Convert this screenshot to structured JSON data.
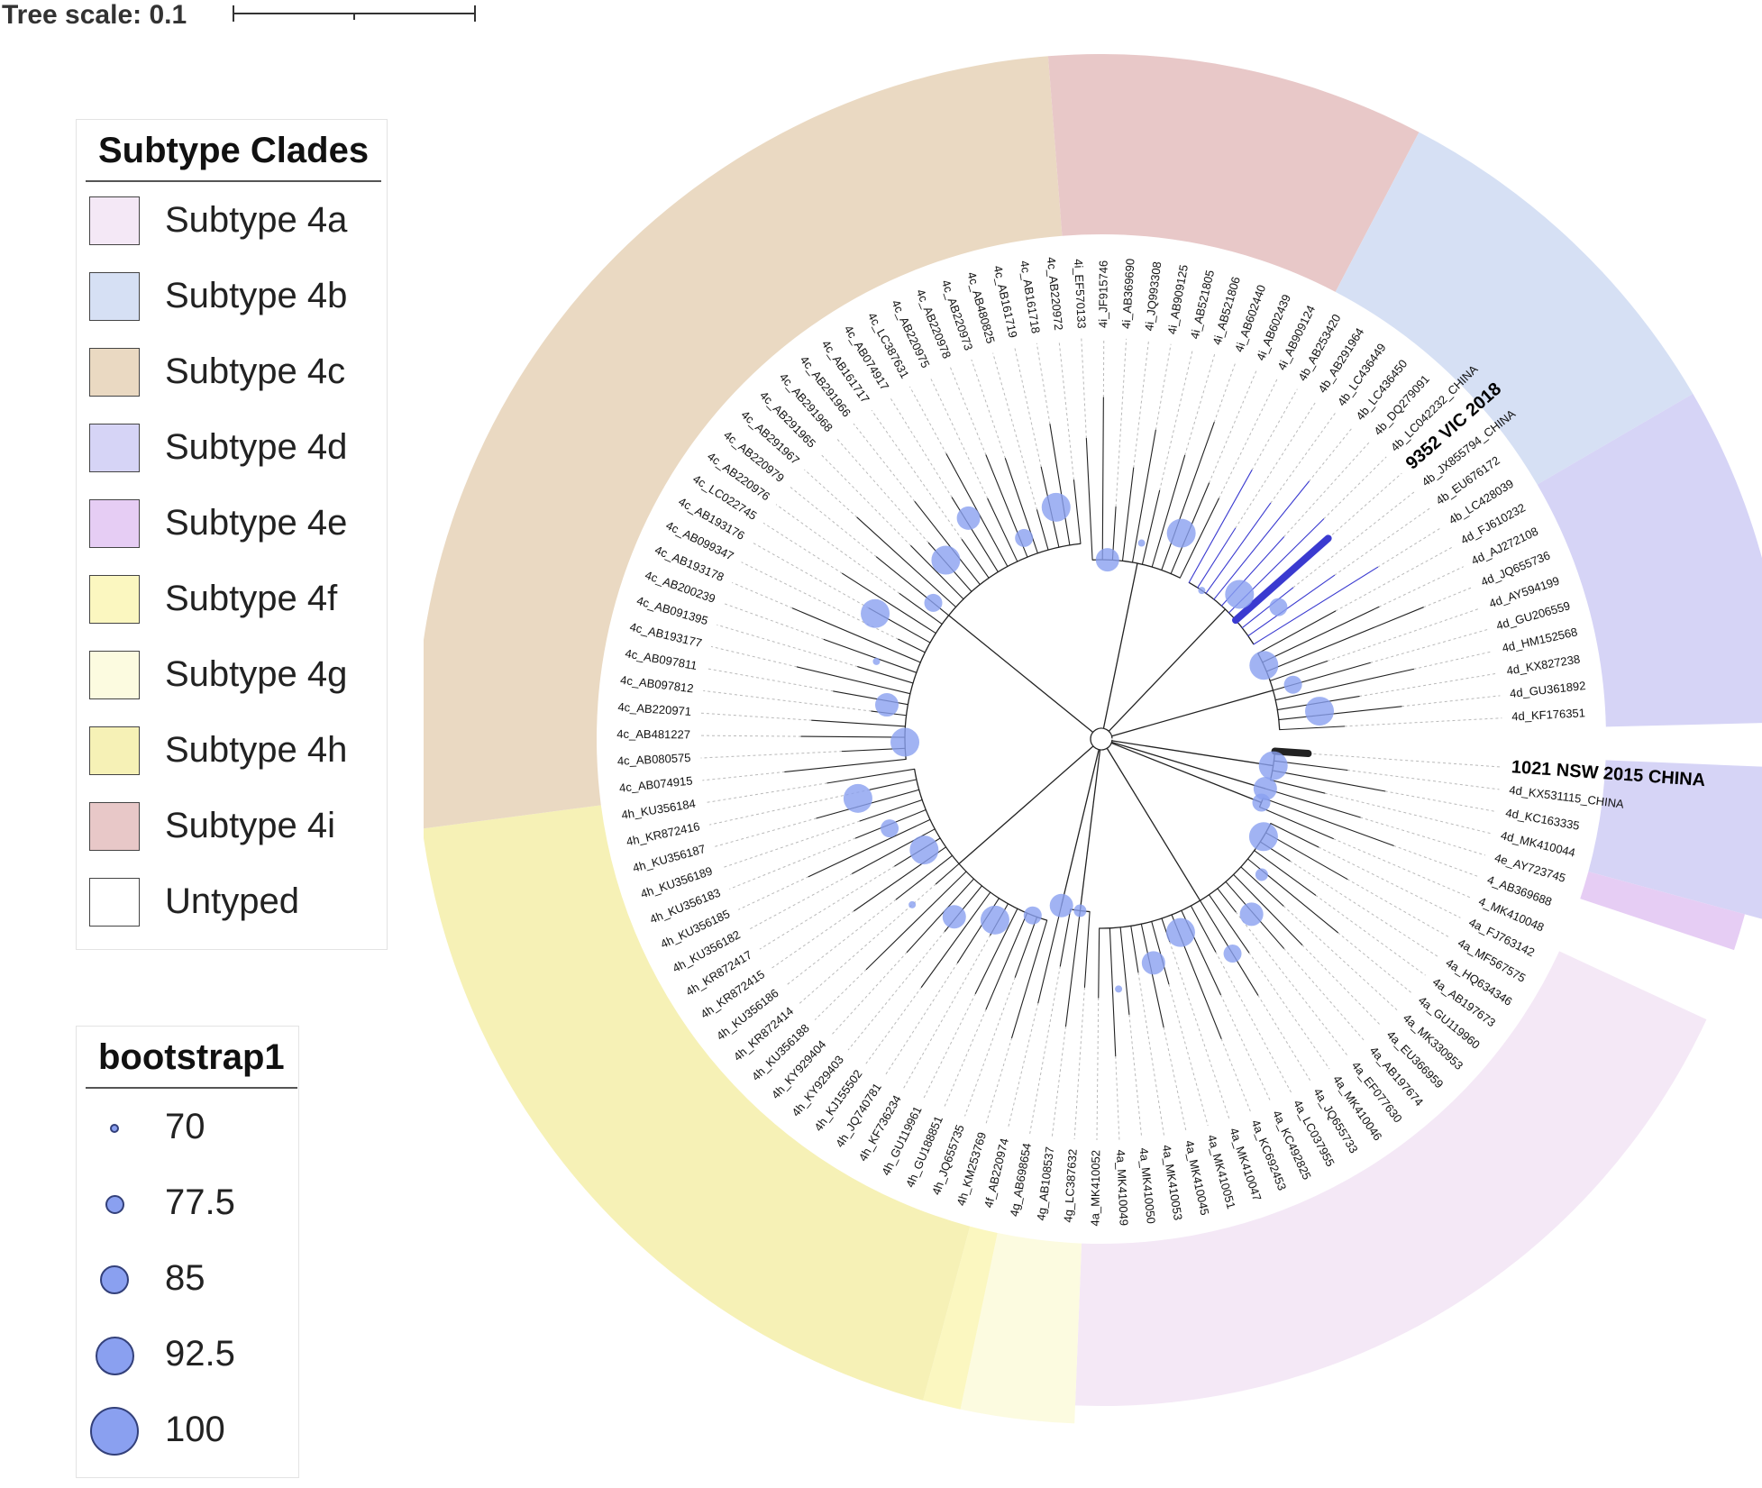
{
  "scale": {
    "label": "Tree scale: 0.1"
  },
  "legend_clades": {
    "title": "Subtype Clades",
    "items": [
      {
        "label": "Subtype 4a",
        "color": "#f4e8f6"
      },
      {
        "label": "Subtype 4b",
        "color": "#d6e0f4"
      },
      {
        "label": "Subtype 4c",
        "color": "#ead9c2"
      },
      {
        "label": "Subtype 4d",
        "color": "#d6d4f6"
      },
      {
        "label": "Subtype 4e",
        "color": "#e6cdf4"
      },
      {
        "label": "Subtype 4f",
        "color": "#fbf7c0"
      },
      {
        "label": "Subtype 4g",
        "color": "#fcfbe0"
      },
      {
        "label": "Subtype 4h",
        "color": "#f6f1b6"
      },
      {
        "label": "Subtype 4i",
        "color": "#e8c8c8"
      },
      {
        "label": "Untyped",
        "color": "#ffffff"
      }
    ]
  },
  "legend_bootstrap": {
    "title": "bootstrap1",
    "items": [
      {
        "label": "70",
        "value": 70
      },
      {
        "label": "77.5",
        "value": 77.5
      },
      {
        "label": "85",
        "value": 85
      },
      {
        "label": "92.5",
        "value": 92.5
      },
      {
        "label": "100",
        "value": 100
      }
    ]
  },
  "tree": {
    "node_color": "#8aa0f0",
    "highlight_color": "#3a3ad0",
    "clade_colors": {
      "4a": "#f4e8f6",
      "4b": "#d6e0f4",
      "4c": "#ead9c2",
      "4d": "#d6d4f6",
      "4e": "#e6cdf4",
      "4f": "#fbf7c0",
      "4g": "#fcfbe0",
      "4h": "#f6f1b6",
      "4i": "#e8c8c8"
    },
    "leaves": [
      {
        "name": "1021 NSW 2015 CHINA",
        "clade": "4d",
        "big": true
      },
      {
        "name": "4d_KX531115_CHINA",
        "clade": "4d"
      },
      {
        "name": "4d_KC163335",
        "clade": "4d"
      },
      {
        "name": "4d_MK410044",
        "clade": "4d"
      },
      {
        "name": "4e_AY723745",
        "clade": "4e"
      },
      {
        "name": "4_AB369688",
        "clade": "none"
      },
      {
        "name": "4_MK410048",
        "clade": "none"
      },
      {
        "name": "4a_FJ763142",
        "clade": "4a"
      },
      {
        "name": "4a_MF567575",
        "clade": "4a"
      },
      {
        "name": "4a_HQ634346",
        "clade": "4a"
      },
      {
        "name": "4a_AB197673",
        "clade": "4a"
      },
      {
        "name": "4a_GU119960",
        "clade": "4a"
      },
      {
        "name": "4a_MK330953",
        "clade": "4a"
      },
      {
        "name": "4a_EU366959",
        "clade": "4a"
      },
      {
        "name": "4a_AB197674",
        "clade": "4a"
      },
      {
        "name": "4a_EF077630",
        "clade": "4a"
      },
      {
        "name": "4a_MK410046",
        "clade": "4a"
      },
      {
        "name": "4a_JQ655733",
        "clade": "4a"
      },
      {
        "name": "4a_LC037955",
        "clade": "4a"
      },
      {
        "name": "4a_KC492825",
        "clade": "4a"
      },
      {
        "name": "4a_KC692453",
        "clade": "4a"
      },
      {
        "name": "4a_MK410047",
        "clade": "4a"
      },
      {
        "name": "4a_MK410051",
        "clade": "4a"
      },
      {
        "name": "4a_MK410045",
        "clade": "4a"
      },
      {
        "name": "4a_MK410053",
        "clade": "4a"
      },
      {
        "name": "4a_MK410050",
        "clade": "4a"
      },
      {
        "name": "4a_MK410049",
        "clade": "4a"
      },
      {
        "name": "4a_MK410052",
        "clade": "4a"
      },
      {
        "name": "4g_LC387632",
        "clade": "4g"
      },
      {
        "name": "4g_AB108537",
        "clade": "4g"
      },
      {
        "name": "4g_AB698654",
        "clade": "4g"
      },
      {
        "name": "4f_AB220974",
        "clade": "4f"
      },
      {
        "name": "4h_KM253769",
        "clade": "4h"
      },
      {
        "name": "4h_JQ655735",
        "clade": "4h"
      },
      {
        "name": "4h_GU188851",
        "clade": "4h"
      },
      {
        "name": "4h_GU119961",
        "clade": "4h"
      },
      {
        "name": "4h_KF736234",
        "clade": "4h"
      },
      {
        "name": "4h_JQ740781",
        "clade": "4h"
      },
      {
        "name": "4h_KJ155502",
        "clade": "4h"
      },
      {
        "name": "4h_KY929403",
        "clade": "4h"
      },
      {
        "name": "4h_KY929404",
        "clade": "4h"
      },
      {
        "name": "4h_KU356188",
        "clade": "4h"
      },
      {
        "name": "4h_KR872414",
        "clade": "4h"
      },
      {
        "name": "4h_KU356186",
        "clade": "4h"
      },
      {
        "name": "4h_KR872415",
        "clade": "4h"
      },
      {
        "name": "4h_KR872417",
        "clade": "4h"
      },
      {
        "name": "4h_KU356182",
        "clade": "4h"
      },
      {
        "name": "4h_KU356185",
        "clade": "4h"
      },
      {
        "name": "4h_KU356183",
        "clade": "4h"
      },
      {
        "name": "4h_KU356189",
        "clade": "4h"
      },
      {
        "name": "4h_KU356187",
        "clade": "4h"
      },
      {
        "name": "4h_KR872416",
        "clade": "4h"
      },
      {
        "name": "4h_KU356184",
        "clade": "4h"
      },
      {
        "name": "4c_AB074915",
        "clade": "4c"
      },
      {
        "name": "4c_AB080575",
        "clade": "4c"
      },
      {
        "name": "4c_AB481227",
        "clade": "4c"
      },
      {
        "name": "4c_AB220971",
        "clade": "4c"
      },
      {
        "name": "4c_AB097812",
        "clade": "4c"
      },
      {
        "name": "4c_AB097811",
        "clade": "4c"
      },
      {
        "name": "4c_AB193177",
        "clade": "4c"
      },
      {
        "name": "4c_AB091395",
        "clade": "4c"
      },
      {
        "name": "4c_AB200239",
        "clade": "4c"
      },
      {
        "name": "4c_AB193178",
        "clade": "4c"
      },
      {
        "name": "4c_AB099347",
        "clade": "4c"
      },
      {
        "name": "4c_AB193176",
        "clade": "4c"
      },
      {
        "name": "4c_LC022745",
        "clade": "4c"
      },
      {
        "name": "4c_AB220976",
        "clade": "4c"
      },
      {
        "name": "4c_AB220979",
        "clade": "4c"
      },
      {
        "name": "4c_AB291967",
        "clade": "4c"
      },
      {
        "name": "4c_AB291965",
        "clade": "4c"
      },
      {
        "name": "4c_AB291968",
        "clade": "4c"
      },
      {
        "name": "4c_AB291966",
        "clade": "4c"
      },
      {
        "name": "4c_AB161717",
        "clade": "4c"
      },
      {
        "name": "4c_AB074917",
        "clade": "4c"
      },
      {
        "name": "4c_LC387631",
        "clade": "4c"
      },
      {
        "name": "4c_AB220975",
        "clade": "4c"
      },
      {
        "name": "4c_AB220978",
        "clade": "4c"
      },
      {
        "name": "4c_AB220973",
        "clade": "4c"
      },
      {
        "name": "4c_AB480825",
        "clade": "4c"
      },
      {
        "name": "4c_AB161719",
        "clade": "4c"
      },
      {
        "name": "4c_AB161718",
        "clade": "4c"
      },
      {
        "name": "4c_AB220972",
        "clade": "4c"
      },
      {
        "name": "4i_EF570133",
        "clade": "4i"
      },
      {
        "name": "4i_JF915746",
        "clade": "4i"
      },
      {
        "name": "4i_AB369690",
        "clade": "4i"
      },
      {
        "name": "4i_JQ993308",
        "clade": "4i"
      },
      {
        "name": "4i_AB909125",
        "clade": "4i"
      },
      {
        "name": "4i_AB521805",
        "clade": "4i"
      },
      {
        "name": "4i_AB521806",
        "clade": "4i"
      },
      {
        "name": "4i_AB602440",
        "clade": "4i"
      },
      {
        "name": "4i_AB602439",
        "clade": "4i"
      },
      {
        "name": "4i_AB909124",
        "clade": "4i"
      },
      {
        "name": "4b_AB253420",
        "clade": "4b"
      },
      {
        "name": "4b_AB291964",
        "clade": "4b"
      },
      {
        "name": "4b_LC436449",
        "clade": "4b"
      },
      {
        "name": "4b_LC436450",
        "clade": "4b"
      },
      {
        "name": "4b_DQ279091",
        "clade": "4b"
      },
      {
        "name": "4b_LC042232_CHINA",
        "clade": "4b"
      },
      {
        "name": "9352 VIC 2018",
        "clade": "4b",
        "big": true
      },
      {
        "name": "4b_JX855794_CHINA",
        "clade": "4b"
      },
      {
        "name": "4b_EU676172",
        "clade": "4b"
      },
      {
        "name": "4b_LC428039",
        "clade": "4b"
      },
      {
        "name": "4d_FJ610232",
        "clade": "4d"
      },
      {
        "name": "4d_AJ272108",
        "clade": "4d"
      },
      {
        "name": "4d_JQ655736",
        "clade": "4d"
      },
      {
        "name": "4d_AY594199",
        "clade": "4d"
      },
      {
        "name": "4d_GU206559",
        "clade": "4d"
      },
      {
        "name": "4d_HM152568",
        "clade": "4d"
      },
      {
        "name": "4d_KX827238",
        "clade": "4d"
      },
      {
        "name": "4d_GU361892",
        "clade": "4d"
      },
      {
        "name": "4d_KF176351",
        "clade": "4d"
      }
    ]
  }
}
